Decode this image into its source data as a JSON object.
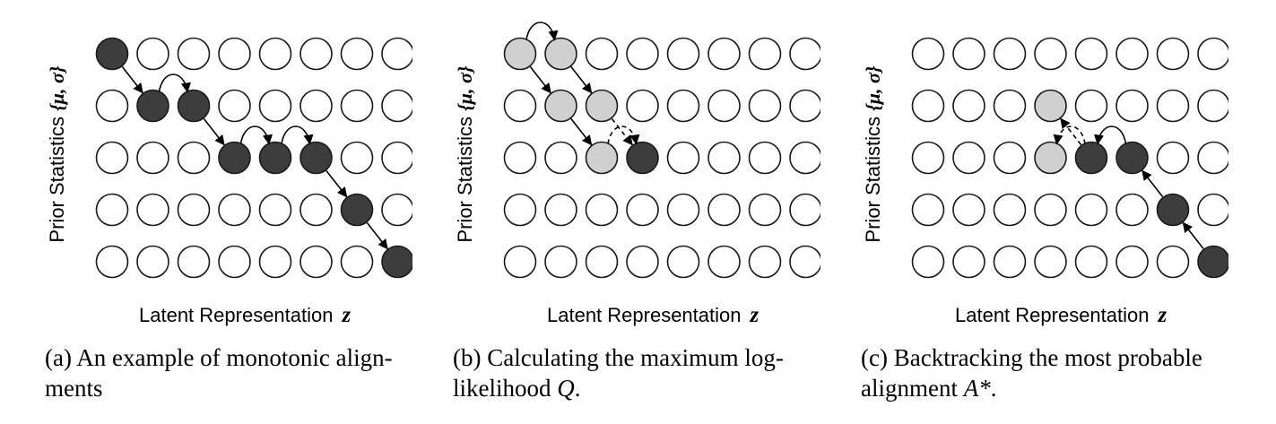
{
  "panels": [
    {
      "id": "a",
      "ylabel_text": "Prior Statistics",
      "ylabel_symbol": "{μ, σ}",
      "xlabel_text": "Latent Representation",
      "xlabel_symbol": "z",
      "caption_line1": "(a) An example of monotonic align-",
      "caption_line2": "ments",
      "caption_math": "",
      "caption_end": "",
      "dark": [
        [
          0,
          0
        ],
        [
          1,
          1
        ],
        [
          1,
          2
        ],
        [
          2,
          3
        ],
        [
          2,
          4
        ],
        [
          2,
          5
        ],
        [
          3,
          6
        ],
        [
          4,
          7
        ]
      ],
      "gray": [],
      "arrows": [
        {
          "from": [
            0,
            0
          ],
          "to": [
            1,
            1
          ],
          "style": "solid",
          "kind": "diag"
        },
        {
          "from": [
            1,
            1
          ],
          "to": [
            1,
            2
          ],
          "style": "solid",
          "kind": "arc"
        },
        {
          "from": [
            1,
            2
          ],
          "to": [
            2,
            3
          ],
          "style": "solid",
          "kind": "diag"
        },
        {
          "from": [
            2,
            3
          ],
          "to": [
            2,
            4
          ],
          "style": "solid",
          "kind": "arc"
        },
        {
          "from": [
            2,
            4
          ],
          "to": [
            2,
            5
          ],
          "style": "solid",
          "kind": "arc"
        },
        {
          "from": [
            2,
            5
          ],
          "to": [
            3,
            6
          ],
          "style": "solid",
          "kind": "diag"
        },
        {
          "from": [
            3,
            6
          ],
          "to": [
            4,
            7
          ],
          "style": "solid",
          "kind": "diag"
        }
      ]
    },
    {
      "id": "b",
      "ylabel_text": "Prior Statistics",
      "ylabel_symbol": "{μ, σ}",
      "xlabel_text": "Latent Representation",
      "xlabel_symbol": "z",
      "caption_line1": "(b) Calculating the maximum log-",
      "caption_line2": "likelihood ",
      "caption_math": "Q",
      "caption_end": ".",
      "dark": [
        [
          2,
          3
        ]
      ],
      "gray": [
        [
          0,
          0
        ],
        [
          0,
          1
        ],
        [
          1,
          1
        ],
        [
          1,
          2
        ],
        [
          2,
          2
        ]
      ],
      "arrows": [
        {
          "from": [
            0,
            0
          ],
          "to": [
            0,
            1
          ],
          "style": "solid",
          "kind": "arc"
        },
        {
          "from": [
            0,
            0
          ],
          "to": [
            1,
            1
          ],
          "style": "solid",
          "kind": "diag"
        },
        {
          "from": [
            0,
            1
          ],
          "to": [
            1,
            2
          ],
          "style": "solid",
          "kind": "diag"
        },
        {
          "from": [
            1,
            1
          ],
          "to": [
            2,
            2
          ],
          "style": "solid",
          "kind": "diag"
        },
        {
          "from": [
            1,
            2
          ],
          "to": [
            2,
            3
          ],
          "style": "dashed",
          "kind": "diag"
        },
        {
          "from": [
            2,
            2
          ],
          "to": [
            2,
            3
          ],
          "style": "dashed",
          "kind": "arc"
        }
      ]
    },
    {
      "id": "c",
      "ylabel_text": "Prior Statistics",
      "ylabel_symbol": "{μ, σ}",
      "xlabel_text": "Latent Representation",
      "xlabel_symbol": "z",
      "caption_line1": "(c) Backtracking the most probable",
      "caption_line2": "alignment ",
      "caption_math": "A*",
      "caption_end": ".",
      "dark": [
        [
          2,
          4
        ],
        [
          2,
          5
        ],
        [
          3,
          6
        ],
        [
          4,
          7
        ]
      ],
      "gray": [
        [
          1,
          3
        ],
        [
          2,
          3
        ]
      ],
      "arrows": [
        {
          "from": [
            4,
            7
          ],
          "to": [
            3,
            6
          ],
          "style": "solid",
          "kind": "diag"
        },
        {
          "from": [
            3,
            6
          ],
          "to": [
            2,
            5
          ],
          "style": "solid",
          "kind": "diag"
        },
        {
          "from": [
            2,
            5
          ],
          "to": [
            2,
            4
          ],
          "style": "solid",
          "kind": "arc"
        },
        {
          "from": [
            2,
            4
          ],
          "to": [
            1,
            3
          ],
          "style": "dashed",
          "kind": "diag"
        },
        {
          "from": [
            2,
            4
          ],
          "to": [
            2,
            3
          ],
          "style": "dashed",
          "kind": "arc"
        }
      ]
    }
  ],
  "grid": {
    "rows": 5,
    "cols": 8
  },
  "colors": {
    "dark": "#3d3d3d",
    "gray": "#d0d0d0",
    "empty": "#ffffff",
    "stroke": "#1a1a1a"
  }
}
